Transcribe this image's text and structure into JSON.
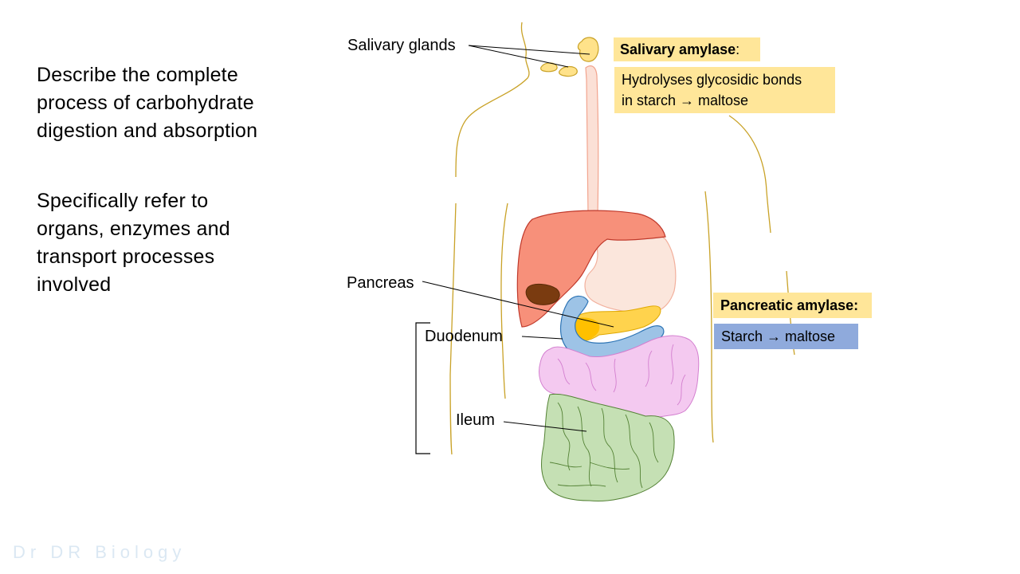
{
  "question": {
    "line1": "Describe the complete",
    "line2": "process of  carbohydrate",
    "line3": "digestion and absorption"
  },
  "instruction": {
    "line1": "Specifically refer to",
    "line2": "organs, enzymes and",
    "line3": "transport processes",
    "line4": "involved"
  },
  "labels": {
    "salivary_glands": "Salivary glands",
    "pancreas": "Pancreas",
    "duodenum": "Duodenum",
    "ileum": "Ileum"
  },
  "boxes": {
    "salivary_amylase_title": "Salivary amylase",
    "salivary_amylase_colon": ":",
    "salivary_desc_line1": "Hydrolyses glycosidic bonds",
    "salivary_desc_line2": "in starch → maltose",
    "pancreatic_amylase_title": "Pancreatic amylase:",
    "pancreatic_desc": "Starch → maltose"
  },
  "watermark": "Dr DR Biology",
  "colors": {
    "yellow_box": "#ffe699",
    "blue_box": "#8faadc",
    "outline": "#c9a227",
    "liver": "#f4937c",
    "stomach": "#fbe6dc",
    "pancreas": "#ffc000",
    "duodenum": "#9dc3e6",
    "colon": "#f4c9f0",
    "small_intestine": "#c5e0b4",
    "gland": "#ffe28a"
  }
}
